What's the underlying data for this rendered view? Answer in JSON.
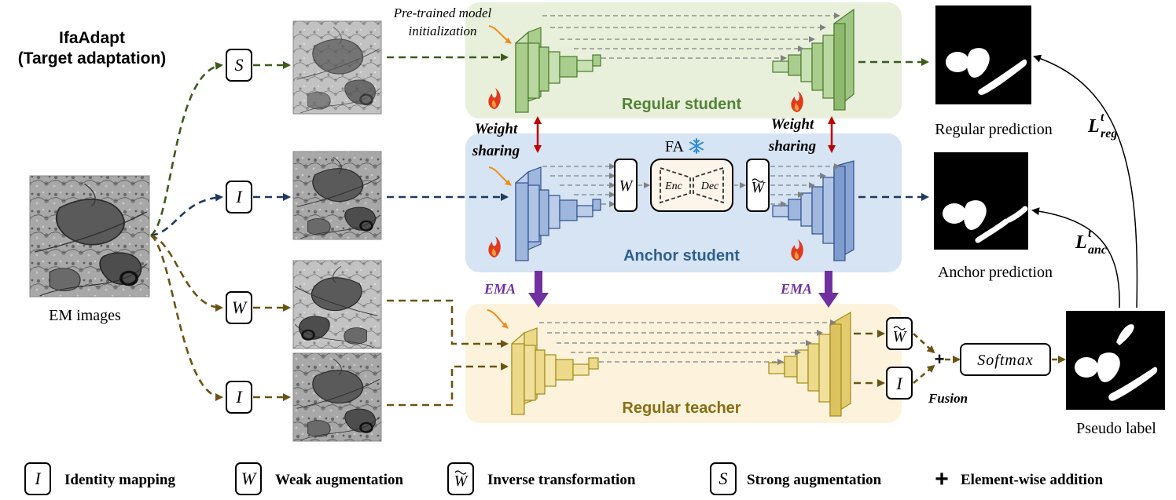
{
  "title": {
    "line1": "IfaAdapt",
    "line2": "(Target adaptation)"
  },
  "inputs": {
    "em_label": "EM images"
  },
  "ops": {
    "S": "S",
    "I": "I",
    "W": "W",
    "W_tilde": "W",
    "softmax": "Softmax"
  },
  "annotations": {
    "pretrained_line1": "Pre-trained model",
    "pretrained_line2": "initialization",
    "weight_sharing_1": "Weight",
    "weight_sharing_2": "sharing",
    "fa": "FA",
    "enc": "Enc",
    "dec": "Dec",
    "ema": "EMA",
    "fusion": "Fusion"
  },
  "networks": {
    "student": "Regular student",
    "anchor": "Anchor student",
    "teacher": "Regular teacher"
  },
  "outputs": {
    "regular": "Regular prediction",
    "anchor": "Anchor prediction",
    "pseudo": "Pseudo label"
  },
  "losses": {
    "reg_base": "L",
    "reg_sup": "t",
    "reg_sub": "reg",
    "anc_base": "L",
    "anc_sup": "t",
    "anc_sub": "anc"
  },
  "legend": {
    "identity_sym": "I",
    "identity": "Identity mapping",
    "weak_sym": "W",
    "weak": "Weak augmentation",
    "inverse_sym": "W",
    "inverse": "Inverse transformation",
    "strong_sym": "S",
    "strong": "Strong augmentation",
    "plus": "+",
    "addition": "Element-wise addition"
  },
  "colors": {
    "student_bg": "#e8f0dc",
    "anchor_bg": "#d6e4f3",
    "teacher_bg": "#fdf3dc",
    "student_block": "#a9cd8d",
    "student_edge": "#4a7a2a",
    "anchor_block": "#9fb6dd",
    "anchor_edge": "#2f4f8f",
    "teacher_block": "#ecd98a",
    "teacher_edge": "#a38a1a",
    "student_text": "#548235",
    "anchor_text": "#2e5f8f",
    "teacher_text": "#8a6d12",
    "green_arrow": "#3d5a1c",
    "blue_arrow": "#1f3a5f",
    "brown_arrow": "#6b5314",
    "ema": "#7030a0",
    "weight_share": "#c00000"
  }
}
